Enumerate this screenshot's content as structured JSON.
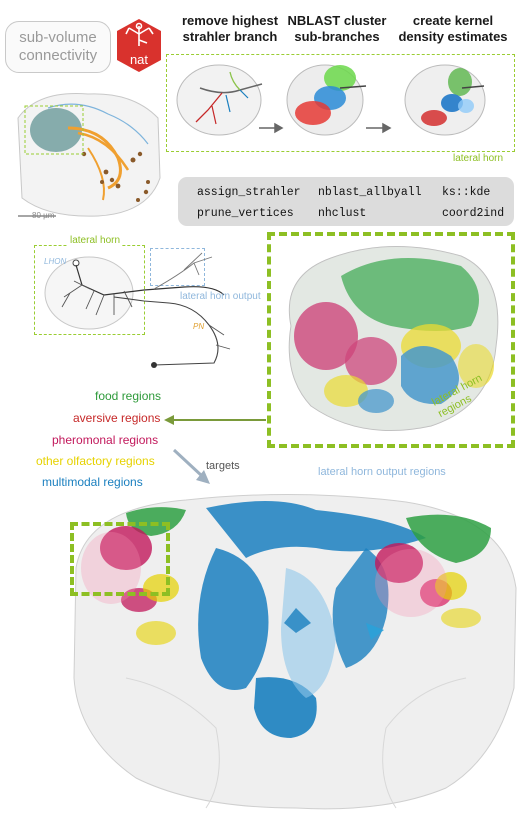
{
  "header": {
    "title_line1": "sub-volume",
    "title_line2": "connectivity",
    "logo_text": "nat"
  },
  "steps": [
    {
      "line1": "remove highest",
      "line2": "strahler branch"
    },
    {
      "line1": "NBLAST cluster",
      "line2": "sub-branches"
    },
    {
      "line1": "create kernel",
      "line2": "density estimates"
    }
  ],
  "top_box_label": "lateral horn",
  "scale_bar_label": "80 µm",
  "functions": {
    "row1": [
      "assign_strahler",
      "nblast_allbyall",
      "ks::kde"
    ],
    "row2": [
      "prune_vertices",
      "nhclust",
      "coord2ind"
    ]
  },
  "neuron_panel": {
    "lateral_horn_label": "lateral horn",
    "lhon_label": "LHON",
    "output_label": "lateral horn output",
    "pn_label": "PN"
  },
  "render_label": "lateral horn regions",
  "legend": {
    "food": "food regions",
    "aversive": "aversive regions",
    "pheromonal": "pheromonal regions",
    "other": "other olfactory regions",
    "multimodal": "multimodal regions",
    "targets": "targets",
    "output_regions": "lateral horn output regions"
  },
  "colors": {
    "food": "#2e9a3a",
    "aversive": "#c62828",
    "pheromonal": "#c2185b",
    "other": "#e6d200",
    "multimodal": "#1a7fbf",
    "accent_green": "#8dbf23",
    "output_blue": "#8fb7dc"
  }
}
